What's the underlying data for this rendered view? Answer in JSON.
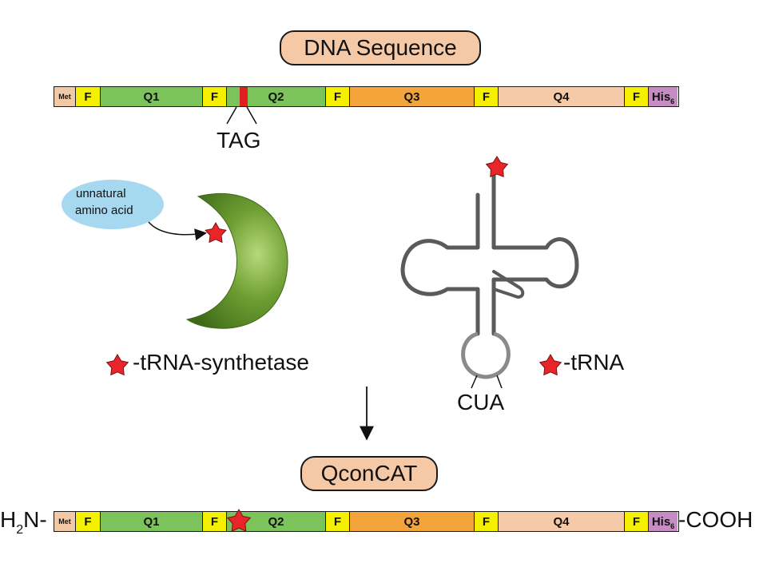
{
  "titles": {
    "top": "DNA Sequence",
    "bottom": "QconCAT"
  },
  "segments": {
    "met": "Met",
    "f": "F",
    "q1": "Q1",
    "q2": "Q2",
    "q3": "Q3",
    "q4": "Q4",
    "his": "His",
    "his_sub": "6"
  },
  "labels": {
    "tag": "TAG",
    "cua": "CUA",
    "unnatural_line1": "unnatural",
    "unnatural_line2": "amino acid",
    "synthetase": "-tRNA-synthetase",
    "trna": "-tRNA",
    "h2n_h": "H",
    "h2n_sub": "2",
    "h2n_rest": "N-",
    "cooh": "-COOH"
  },
  "colors": {
    "met": "#f2c9a6",
    "f": "#f5f000",
    "q1q2": "#7dc35b",
    "q3": "#f3a43a",
    "q4": "#f6c9a8",
    "his": "#c58dc3",
    "tag": "#e02020",
    "star": "#e8262a",
    "bubble": "#a6d8ef",
    "synthetase": "#5f8f2a",
    "trna": "#5a5a5a"
  }
}
